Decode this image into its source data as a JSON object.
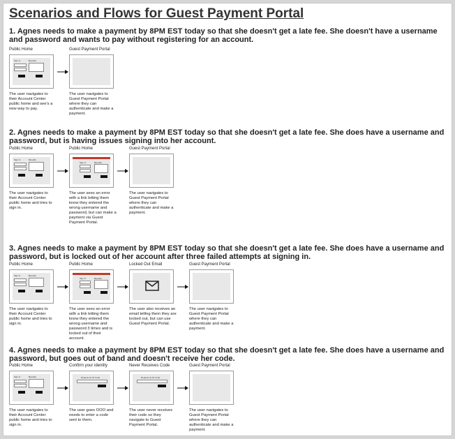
{
  "title": "Scenarios and Flows for Guest Payment Portal",
  "common": {
    "sign_in": "Sign In",
    "benefits": "Benefits",
    "request_code": "Request an ID Code"
  },
  "scenarios": [
    {
      "heading": "1. Agnes needs to make a payment by 8PM EST today so that she doesn't get a late fee. She doesn't have a username and password and wants to pay without registering for an account.",
      "steps": [
        {
          "label": "Public Home",
          "caption": "The user navigates to their Account Center public home and see's a new way to pay."
        },
        {
          "label": "Guest Payment Portal",
          "caption": "The user navigates to Guest Payment Portal where they can authenticate and make a payment."
        }
      ]
    },
    {
      "heading": "2. Agnes needs to make a payment by 8PM EST today so that she doesn't get a late fee. She does have a username and password, but is having issues signing into her account.",
      "steps": [
        {
          "label": "Public Home",
          "caption": "The user navigates to their Account Center public home and tries to sign in."
        },
        {
          "label": "Public Home",
          "caption": "The user sees an error with a link letting them know they entered the wrong username and password, but can make a payment via Guest Payment Portal."
        },
        {
          "label": "Guest Payment Portal",
          "caption": "The user navigates to Guest Payment Portal where they can authenticate and make a payment."
        }
      ]
    },
    {
      "heading": "3. Agnes needs to make a payment by 8PM EST today so that she doesn't get a late fee. She does have a username and password, but is locked out of her account after three failed attempts at signing in.",
      "steps": [
        {
          "label": "Public Home",
          "caption": "The user navigates to their Account Center public home and tries to sign in."
        },
        {
          "label": "Public Home",
          "caption": "The user sees an error with a link letting them know they entered the wrong username and password 3 times and is locked out of their account."
        },
        {
          "label": "Locked Out Email",
          "caption": "The user also receives an email telling them they are locked out, but can use Guest Payment Portal."
        },
        {
          "label": "Guest Payment Portal",
          "caption": "The user navigates to Guest Payment Portal where they can authenticate and make a payment."
        }
      ]
    },
    {
      "heading": "4. Agnes needs to make a payment by 8PM EST today so that she doesn't get a late fee. She does have a username and password, but goes out of band and doesn't receive her code.",
      "steps": [
        {
          "label": "Public Home",
          "caption": "The user navigates to their Account Center public home and tries to sign in."
        },
        {
          "label": "Confirm your identity",
          "caption": "The user goes OOO and needs to enter a code sent to them."
        },
        {
          "label": "Never Receives Code",
          "caption": "The user never receives their code so they navigate to Guest Payment Portal."
        },
        {
          "label": "Guest Payment Portal",
          "caption": "The user navigates to Guest Payment Portal where they can authenticate and make a payment."
        }
      ]
    }
  ]
}
